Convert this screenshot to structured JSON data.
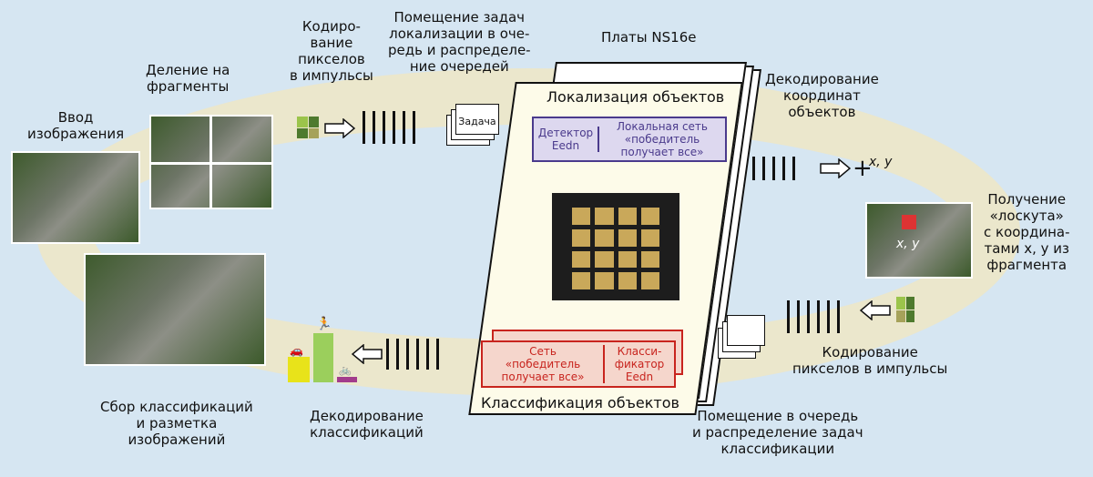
{
  "labels": {
    "input": "Ввод\nизображения",
    "split": "Деление на\nфрагменты",
    "encode_top": "Кодиро-\nвание\nпикселов\nв импульсы",
    "queue_top": "Помещение задач\nлокализации в оче-\nредь и распределе-\nние очередей",
    "boards": "Платы NS16e",
    "decode_coords": "Декодирование\nкоординат\nобъектов",
    "patch": "Получение\n«лоскута»\nс координа-\nтами x, y из\nфрагмента",
    "encode_bottom": "Кодирование\nпикселов в импульсы",
    "queue_bottom": "Помещение в очередь\nи распределение задач\nклассификации",
    "decode_class": "Декодирование\nклассификаций",
    "collect": "Сбор классификаций\nи разметка\nизображений",
    "task": "Задача",
    "xy": "x, y",
    "xy_patch": "x, y"
  },
  "localization": {
    "title": "Локализация объектов",
    "detector": "Детектор\nEedn",
    "network": "Локальная сеть\n«победитель\nполучает все»"
  },
  "classification": {
    "title": "Классификация объектов",
    "network": "Сеть\n«победитель\nполучает все»",
    "classifier": "Класси-\nфикатор\nEedn"
  },
  "colors": {
    "loc": "#4a3a8c",
    "cls": "#c8241e"
  }
}
